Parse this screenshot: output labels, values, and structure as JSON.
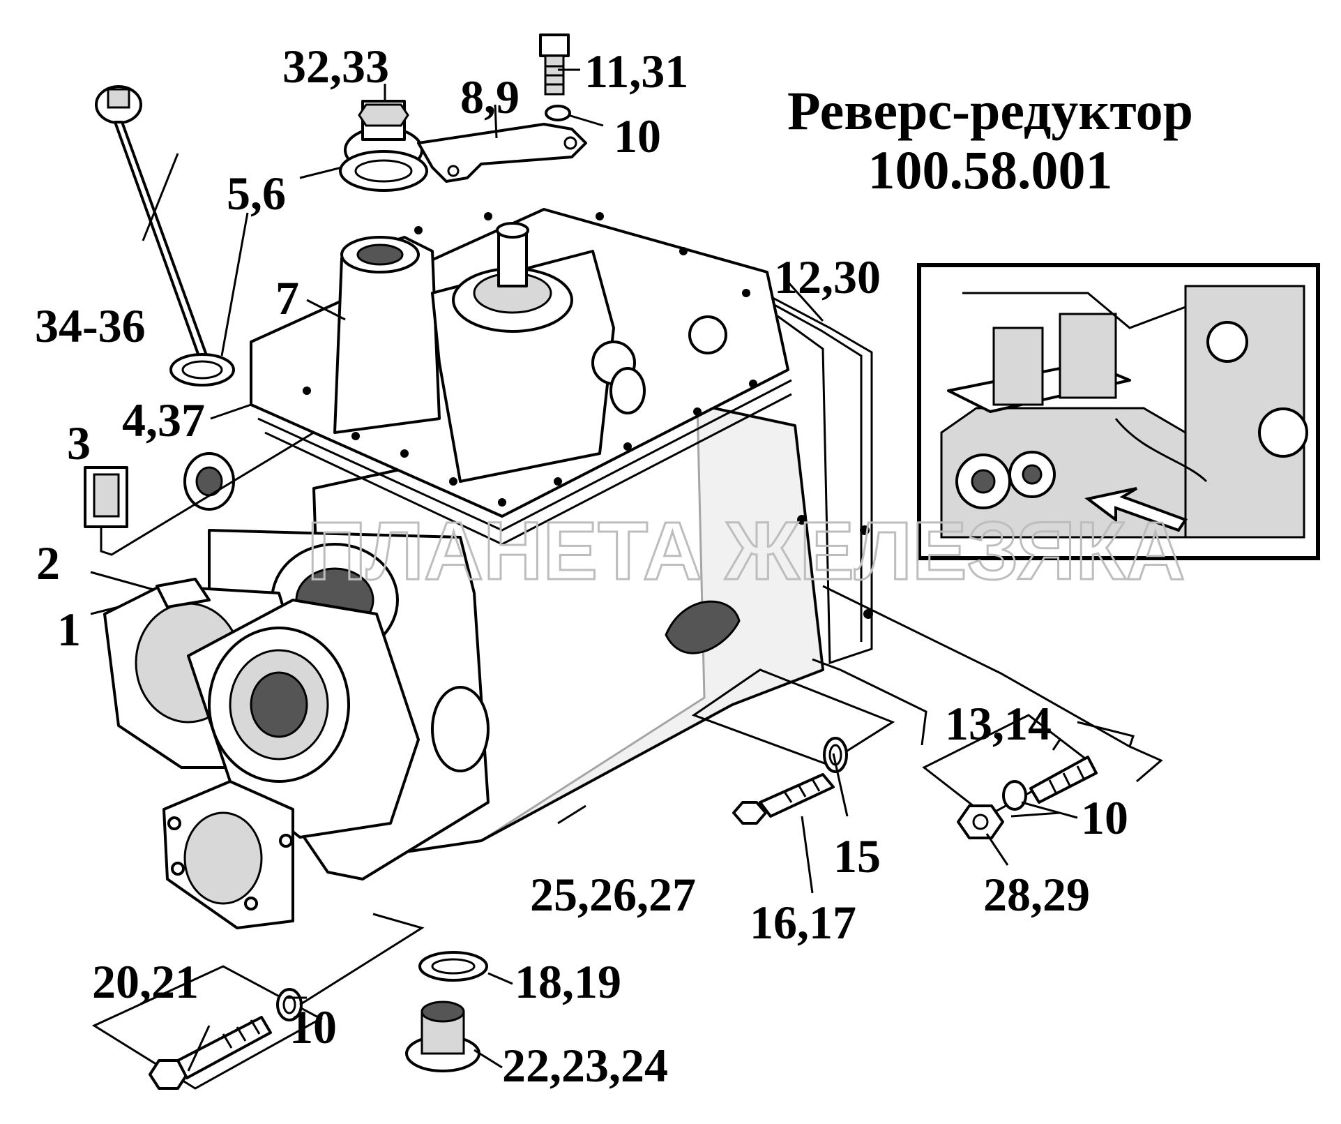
{
  "title": {
    "line1": "Реверс-редуктор",
    "line2": "100.58.001"
  },
  "watermark": "ПЛАНЕТА ЖЕЛЕЗЯКА",
  "labels": {
    "l_32_33": "32,33",
    "l_11_31": "11,31",
    "l_8_9": "8,9",
    "l_10_top": "10",
    "l_5_6": "5,6",
    "l_12_30": "12,30",
    "l_7": "7",
    "l_34_36": "34-36",
    "l_4_37": "4,37",
    "l_3": "3",
    "l_2": "2",
    "l_1": "1",
    "l_13_14": "13,14",
    "l_10_right": "10",
    "l_15": "15",
    "l_28_29": "28,29",
    "l_25_27": "25,26,27",
    "l_16_17": "16,17",
    "l_20_21": "20,21",
    "l_18_19": "18,19",
    "l_10_bottom": "10",
    "l_22_24": "22,23,24"
  }
}
